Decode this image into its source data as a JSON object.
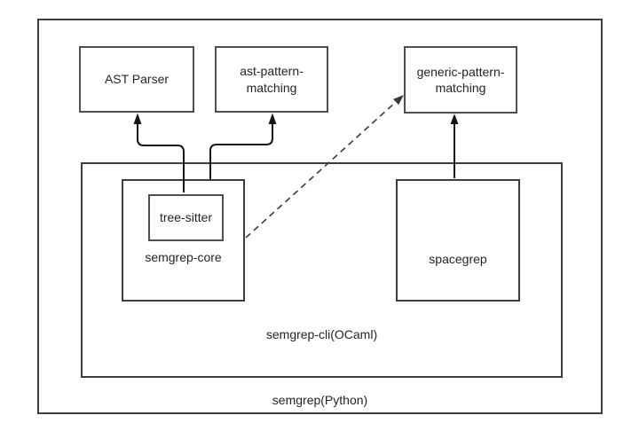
{
  "containers": {
    "python": "semgrep(Python)",
    "ocaml": "semgrep-cli(OCaml)"
  },
  "nodes": {
    "ast_parser": "AST Parser",
    "ast_pattern_matching": "ast-pattern-matching",
    "generic_pattern_matching": "generic-pattern-matching",
    "semgrep_core": "semgrep-core",
    "tree_sitter": "tree-sitter",
    "spacegrep": "spacegrep"
  },
  "edges": [
    {
      "from": "tree-sitter",
      "to": "AST Parser",
      "style": "solid"
    },
    {
      "from": "semgrep-core",
      "to": "ast-pattern-matching",
      "style": "solid"
    },
    {
      "from": "semgrep-core",
      "to": "generic-pattern-matching",
      "style": "dashed"
    },
    {
      "from": "spacegrep",
      "to": "generic-pattern-matching",
      "style": "solid"
    }
  ],
  "colors": {
    "background": "#ffffff",
    "box_border": "#3d3d3d",
    "box_border_light": "#4f4f4f",
    "arrow": "#161616",
    "dashed_arrow": "#3a3a3a",
    "text": "#242424"
  }
}
